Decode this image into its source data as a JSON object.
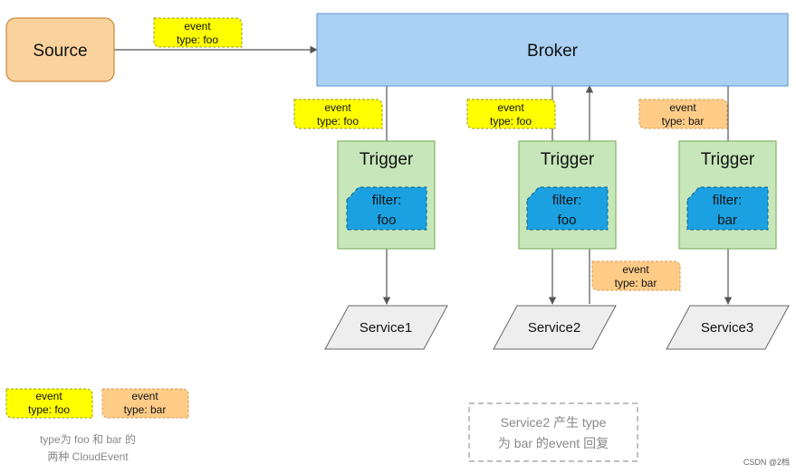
{
  "source": {
    "label": "Source"
  },
  "broker": {
    "label": "Broker"
  },
  "event_tags": {
    "source_to_broker": {
      "line1": "event",
      "line2": "type: foo"
    },
    "trigger1_in": {
      "line1": "event",
      "line2": "type: foo"
    },
    "trigger2_in": {
      "line1": "event",
      "line2": "type: foo"
    },
    "trigger3_in": {
      "line1": "event",
      "line2": "type: bar"
    },
    "service2_reply": {
      "line1": "event",
      "line2": "type: bar"
    }
  },
  "triggers": [
    {
      "title": "Trigger",
      "filter_line1": "filter:",
      "filter_line2": "foo"
    },
    {
      "title": "Trigger",
      "filter_line1": "filter:",
      "filter_line2": "foo"
    },
    {
      "title": "Trigger",
      "filter_line1": "filter:",
      "filter_line2": "bar"
    }
  ],
  "services": [
    {
      "label": "Service1"
    },
    {
      "label": "Service2"
    },
    {
      "label": "Service3"
    }
  ],
  "legend": {
    "foo": {
      "line1": "event",
      "line2": "type: foo"
    },
    "bar": {
      "line1": "event",
      "line2": "type: bar"
    },
    "caption_line1": "type为 foo 和 bar 的",
    "caption_line2": "两种 CloudEvent"
  },
  "note": {
    "line1": "Service2 产生 type",
    "line2": "为 bar 的event 回复"
  },
  "watermark": "CSDN @2档",
  "colors": {
    "source_fill": "#f9d29d",
    "source_stroke": "#c98a3c",
    "broker_fill": "#aad1f3",
    "broker_stroke": "#6f9fd8",
    "tag_foo_fill": "#ffff00",
    "tag_bar_fill": "#ffcc88",
    "trigger_fill": "#c7e6b9",
    "trigger_stroke": "#82b366",
    "filter_fill": "#1ba1e2",
    "service_fill": "#eeeeee",
    "line": "#555555",
    "note_stroke": "#999999",
    "note_text": "#888888"
  }
}
